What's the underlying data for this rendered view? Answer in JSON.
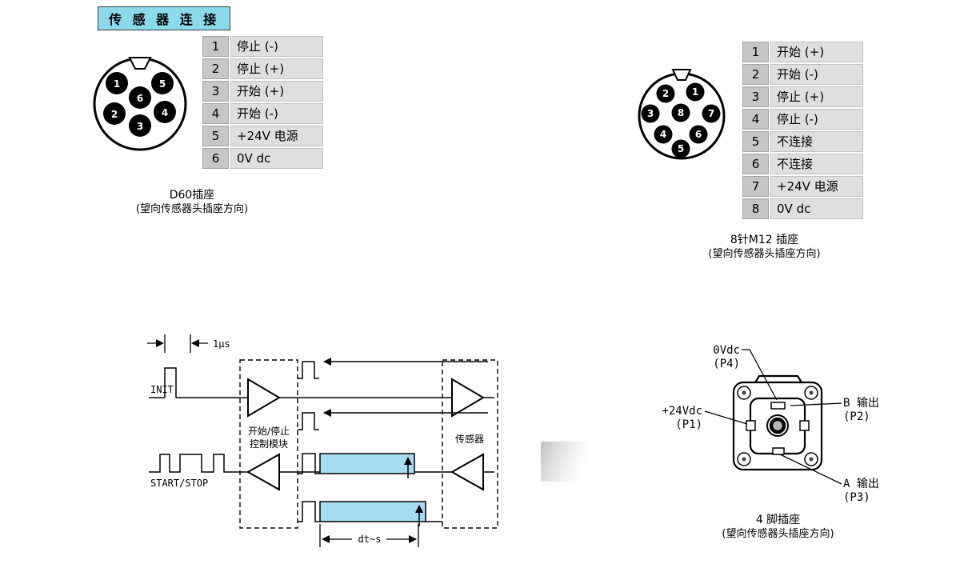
{
  "title": "传 感 器 连 接",
  "d60": {
    "pins": [
      {
        "num": "1",
        "label": "停止 (-)"
      },
      {
        "num": "2",
        "label": "停止 (+)"
      },
      {
        "num": "3",
        "label": "开始 (+)"
      },
      {
        "num": "4",
        "label": "开始 (-)"
      },
      {
        "num": "5",
        "label": "+24V 电源"
      },
      {
        "num": "6",
        "label": "0V dc"
      }
    ],
    "caption_line1": "D60插座",
    "caption_line2": "(望向传感器头插座方向)"
  },
  "m12": {
    "pins": [
      {
        "num": "1",
        "label": "开始 (+)"
      },
      {
        "num": "2",
        "label": "开始 (-)"
      },
      {
        "num": "3",
        "label": "停止 (+)"
      },
      {
        "num": "4",
        "label": "停止 (-)"
      },
      {
        "num": "5",
        "label": "不连接"
      },
      {
        "num": "6",
        "label": "不连接"
      },
      {
        "num": "7",
        "label": "+24V 电源"
      },
      {
        "num": "8",
        "label": "0V dc"
      }
    ],
    "caption_line1": "8针M12 插座",
    "caption_line2": "(望向传感器头插座方向)"
  },
  "timing": {
    "pulse_width": "1μs",
    "init_label": "INIT",
    "start_stop_label": "START/STOP",
    "module_label_line1": "开始/停止",
    "module_label_line2": "控制模块",
    "sensor_label": "传感器",
    "dt_label": "dt~s"
  },
  "plug4": {
    "p4_line1": "0Vdc",
    "p4_line2": "(P4)",
    "p1_line1": "+24Vdc",
    "p1_line2": "(P1)",
    "p2_line1": "B 输出",
    "p2_line2": "(P2)",
    "p3_line1": "A 输出",
    "p3_line2": "(P3)",
    "caption_line1": "4 脚插座",
    "caption_line2": "(望向传感器头插座方向)"
  },
  "colors": {
    "title_bg": "#8bdaec",
    "signal_fill": "#a6dcf2",
    "num_cell_bg": "#c6c6c6",
    "label_cell_bg": "#dfdfdf"
  }
}
